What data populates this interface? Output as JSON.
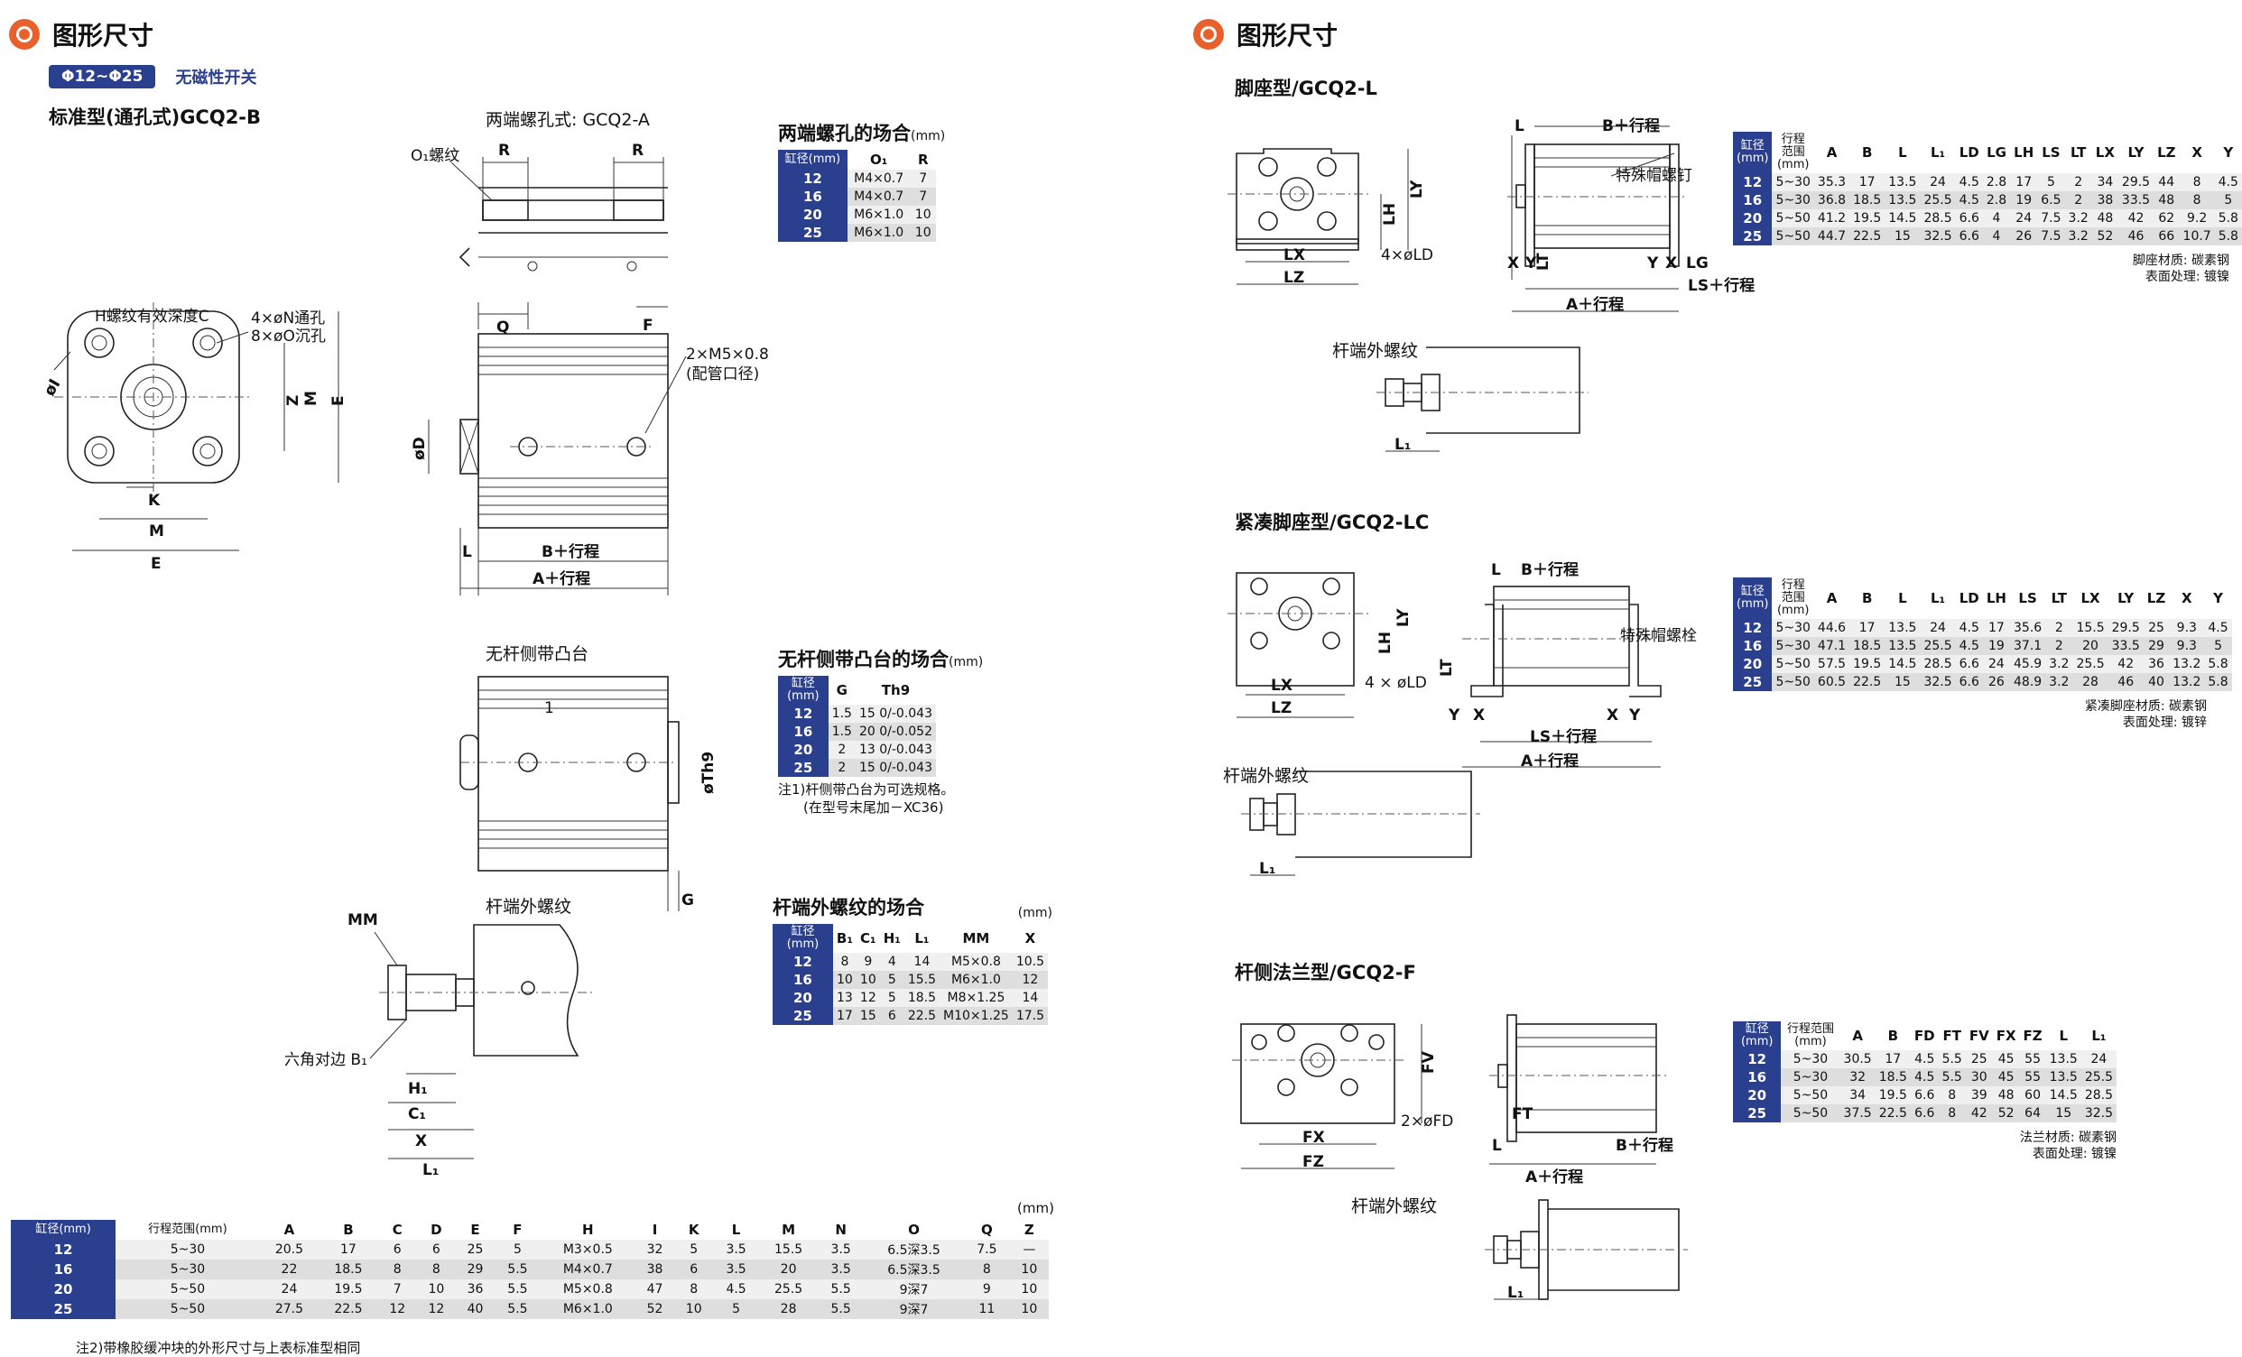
{
  "left": {
    "heading": "图形尺寸",
    "badge": "Φ12~Φ25",
    "badge_note": "无磁性开关",
    "std_title": "标准型(通孔式)GCQ2-B",
    "both_end_title": "两端螺孔式: GCQ2-A",
    "o1_label": "O₁螺纹",
    "h_label": "H螺纹有效深度C",
    "n_label": "4×øN通孔",
    "o_label": "8×øO沉孔",
    "port_label": "2×M5×0.8",
    "port_note": "(配管口径)",
    "boss_title": "无杆侧带凸台",
    "rod_title": "杆端外螺纹",
    "hex_label": "六角对边 B₁",
    "labels": {
      "R": "R",
      "Q": "Q",
      "F": "F",
      "D": "øD",
      "Z": "Z",
      "M": "M",
      "E": "E",
      "K": "K",
      "L": "L",
      "B_stroke": "B＋行程",
      "A_stroke": "A＋行程",
      "I": "øI",
      "G": "G",
      "Th9": "øTh9",
      "MM": "MM",
      "H1": "H₁",
      "C1": "C₁",
      "X": "X",
      "L1": "L₁"
    },
    "t1": {
      "title": "两端螺孔的场合",
      "unit": "(mm)",
      "headers": [
        "缸径(mm)",
        "O₁",
        "R"
      ],
      "rows": [
        [
          "12",
          "M4×0.7",
          "7"
        ],
        [
          "16",
          "M4×0.7",
          "7"
        ],
        [
          "20",
          "M6×1.0",
          "10"
        ],
        [
          "25",
          "M6×1.0",
          "10"
        ]
      ]
    },
    "t2": {
      "title": "无杆侧带凸台的场合",
      "unit": "(mm)",
      "headers": [
        "缸径(mm)",
        "G",
        "Th9"
      ],
      "rows": [
        [
          "12",
          "1.5",
          "15 0/-0.043"
        ],
        [
          "16",
          "1.5",
          "20 0/-0.052"
        ],
        [
          "20",
          "2",
          "13 0/-0.043"
        ],
        [
          "25",
          "2",
          "15 0/-0.043"
        ]
      ],
      "note1": "注1)杆侧带凸台为可选规格。",
      "note2": "(在型号末尾加－XC36)"
    },
    "t3": {
      "title": "杆端外螺纹的场合",
      "unit": "(mm)",
      "headers": [
        "缸径(mm)",
        "B₁",
        "C₁",
        "H₁",
        "L₁",
        "MM",
        "X"
      ],
      "rows": [
        [
          "12",
          "8",
          "9",
          "4",
          "14",
          "M5×0.8",
          "10.5"
        ],
        [
          "16",
          "10",
          "10",
          "5",
          "15.5",
          "M6×1.0",
          "12"
        ],
        [
          "20",
          "13",
          "12",
          "5",
          "18.5",
          "M8×1.25",
          "14"
        ],
        [
          "25",
          "17",
          "15",
          "6",
          "22.5",
          "M10×1.25",
          "17.5"
        ]
      ]
    },
    "main": {
      "unit": "(mm)",
      "headers": [
        "缸径(mm)",
        "行程范围(mm)",
        "A",
        "B",
        "C",
        "D",
        "E",
        "F",
        "H",
        "I",
        "K",
        "L",
        "M",
        "N",
        "O",
        "Q",
        "Z"
      ],
      "rows": [
        [
          "12",
          "5~30",
          "20.5",
          "17",
          "6",
          "6",
          "25",
          "5",
          "M3×0.5",
          "32",
          "5",
          "3.5",
          "15.5",
          "3.5",
          "6.5深3.5",
          "7.5",
          "—"
        ],
        [
          "16",
          "5~30",
          "22",
          "18.5",
          "8",
          "8",
          "29",
          "5.5",
          "M4×0.7",
          "38",
          "6",
          "3.5",
          "20",
          "3.5",
          "6.5深3.5",
          "8",
          "10"
        ],
        [
          "20",
          "5~50",
          "24",
          "19.5",
          "7",
          "10",
          "36",
          "5.5",
          "M5×0.8",
          "47",
          "8",
          "4.5",
          "25.5",
          "5.5",
          "9深7",
          "9",
          "10"
        ],
        [
          "25",
          "5~50",
          "27.5",
          "22.5",
          "12",
          "12",
          "40",
          "5.5",
          "M6×1.0",
          "52",
          "10",
          "5",
          "28",
          "5.5",
          "9深7",
          "11",
          "10"
        ]
      ],
      "footnote": "注2)带橡胶缓冲块的外形尺寸与上表标准型相同"
    }
  },
  "right": {
    "heading": "图形尺寸",
    "foot_title": "脚座型/GCQ2-L",
    "compact_title": "紧凑脚座型/GCQ2-LC",
    "flange_title": "杆侧法兰型/GCQ2-F",
    "rod_thread": "杆端外螺纹",
    "cap_screw": "特殊帽螺钉",
    "cap_bolt": "特殊帽螺栓",
    "ld_label": "4×øLD",
    "ld_label2": "4 × øLD",
    "fd_label": "2×øFD",
    "labels": {
      "L": "L",
      "B_stroke": "B＋行程",
      "A_stroke": "A＋行程",
      "LS_stroke": "LS＋行程",
      "LH": "LH",
      "LY": "LY",
      "LX": "LX",
      "LZ": "LZ",
      "X": "X",
      "Y": "Y",
      "LT": "LT",
      "LG": "LG",
      "L1": "L₁",
      "FV": "FV",
      "FX": "FX",
      "FZ": "FZ",
      "FT": "FT"
    },
    "tL": {
      "headers": [
        "缸径(mm)",
        "行程范围(mm)",
        "A",
        "B",
        "L",
        "L₁",
        "LD",
        "LG",
        "LH",
        "LS",
        "LT",
        "LX",
        "LY",
        "LZ",
        "X",
        "Y"
      ],
      "rows": [
        [
          "12",
          "5~30",
          "35.3",
          "17",
          "13.5",
          "24",
          "4.5",
          "2.8",
          "17",
          "5",
          "2",
          "34",
          "29.5",
          "44",
          "8",
          "4.5"
        ],
        [
          "16",
          "5~30",
          "36.8",
          "18.5",
          "13.5",
          "25.5",
          "4.5",
          "2.8",
          "19",
          "6.5",
          "2",
          "38",
          "33.5",
          "48",
          "8",
          "5"
        ],
        [
          "20",
          "5~50",
          "41.2",
          "19.5",
          "14.5",
          "28.5",
          "6.6",
          "4",
          "24",
          "7.5",
          "3.2",
          "48",
          "42",
          "62",
          "9.2",
          "5.8"
        ],
        [
          "25",
          "5~50",
          "44.7",
          "22.5",
          "15",
          "32.5",
          "6.6",
          "4",
          "26",
          "7.5",
          "3.2",
          "52",
          "46",
          "66",
          "10.7",
          "5.8"
        ]
      ],
      "note1": "脚座材质: 碳素钢",
      "note2": "表面处理: 镀镍"
    },
    "tLC": {
      "headers": [
        "缸径(mm)",
        "行程范围(mm)",
        "A",
        "B",
        "L",
        "L₁",
        "LD",
        "LH",
        "LS",
        "LT",
        "LX",
        "LY",
        "LZ",
        "X",
        "Y"
      ],
      "rows": [
        [
          "12",
          "5~30",
          "44.6",
          "17",
          "13.5",
          "24",
          "4.5",
          "17",
          "35.6",
          "2",
          "15.5",
          "29.5",
          "25",
          "9.3",
          "4.5"
        ],
        [
          "16",
          "5~30",
          "47.1",
          "18.5",
          "13.5",
          "25.5",
          "4.5",
          "19",
          "37.1",
          "2",
          "20",
          "33.5",
          "29",
          "9.3",
          "5"
        ],
        [
          "20",
          "5~50",
          "57.5",
          "19.5",
          "14.5",
          "28.5",
          "6.6",
          "24",
          "45.9",
          "3.2",
          "25.5",
          "42",
          "36",
          "13.2",
          "5.8"
        ],
        [
          "25",
          "5~50",
          "60.5",
          "22.5",
          "15",
          "32.5",
          "6.6",
          "26",
          "48.9",
          "3.2",
          "28",
          "46",
          "40",
          "13.2",
          "5.8"
        ]
      ],
      "note1": "紧凑脚座材质: 碳素钢",
      "note2": "表面处理: 镀锌"
    },
    "tF": {
      "headers": [
        "缸径(mm)",
        "行程范围(mm)",
        "A",
        "B",
        "FD",
        "FT",
        "FV",
        "FX",
        "FZ",
        "L",
        "L₁"
      ],
      "rows": [
        [
          "12",
          "5~30",
          "30.5",
          "17",
          "4.5",
          "5.5",
          "25",
          "45",
          "55",
          "13.5",
          "24"
        ],
        [
          "16",
          "5~30",
          "32",
          "18.5",
          "4.5",
          "5.5",
          "30",
          "45",
          "55",
          "13.5",
          "25.5"
        ],
        [
          "20",
          "5~50",
          "34",
          "19.5",
          "6.6",
          "8",
          "39",
          "48",
          "60",
          "14.5",
          "28.5"
        ],
        [
          "25",
          "5~50",
          "37.5",
          "22.5",
          "6.6",
          "8",
          "42",
          "52",
          "64",
          "15",
          "32.5"
        ]
      ],
      "note1": "法兰材质: 碳素钢",
      "note2": "表面处理: 镀镍"
    }
  }
}
